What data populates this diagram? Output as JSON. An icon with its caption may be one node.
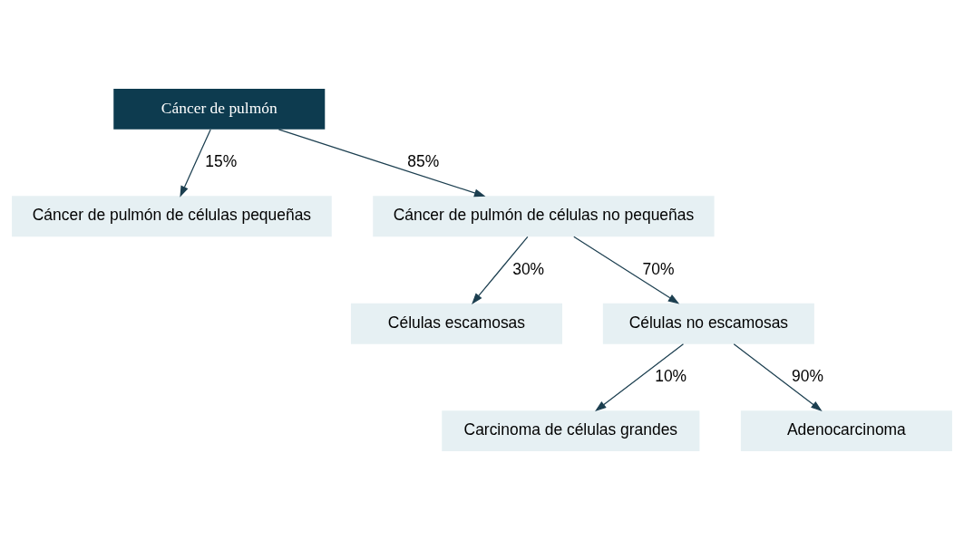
{
  "diagram": {
    "nodes": [
      {
        "text": [
          "Cáncer de pulmón"
        ]
      },
      {
        "text": [
          "Cáncer de pulmón de células pequeñas"
        ]
      },
      {
        "text": [
          "Cáncer de pulmón de células no pequeñas"
        ]
      },
      {
        "text": [
          "Células escamosas"
        ]
      },
      {
        "text": [
          "Células no escamosas"
        ]
      },
      {
        "text": [
          "Carcinoma de células grandes"
        ]
      },
      {
        "text": [
          "Adenocarcinoma"
        ]
      }
    ],
    "edges": [
      {
        "from": 0,
        "to": 1,
        "arrow": "to",
        "label": "15%"
      },
      {
        "from": 0,
        "to": 2,
        "arrow": "to",
        "label": "85%"
      },
      {
        "from": 2,
        "to": 3,
        "arrow": "to",
        "label": "30%"
      },
      {
        "from": 2,
        "to": 4,
        "arrow": "to",
        "label": "70%"
      },
      {
        "from": 4,
        "to": 5,
        "arrow": "to",
        "label": "10%"
      },
      {
        "from": 4,
        "to": 6,
        "arrow": "to",
        "label": "90%"
      }
    ]
  }
}
